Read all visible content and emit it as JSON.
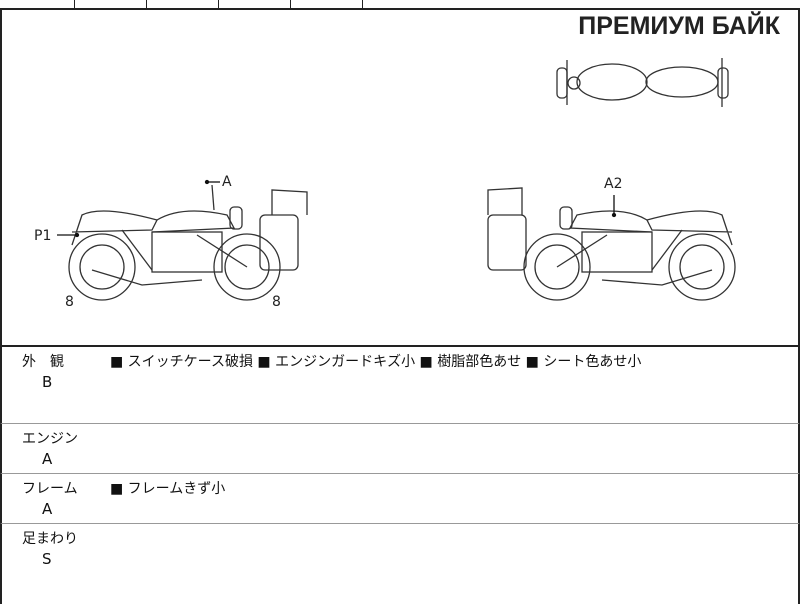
{
  "brand": "ПРЕМИУМ БАЙК",
  "diagram": {
    "labels": {
      "a_top": "A",
      "a2": "A2",
      "p1": "P1",
      "front_tire": "8",
      "rear_tire": "8"
    }
  },
  "sections": [
    {
      "category": "外　観",
      "grade": "B",
      "notes": "■ スイッチケース破損 ■ エンジンガードキズ小 ■ 樹脂部色あせ ■ シート色あせ小"
    },
    {
      "category": "エンジン",
      "grade": "A",
      "notes": ""
    },
    {
      "category": "フレーム",
      "grade": "A",
      "notes": "■ フレームきず小"
    },
    {
      "category": "足まわり",
      "grade": "S",
      "notes": ""
    }
  ]
}
